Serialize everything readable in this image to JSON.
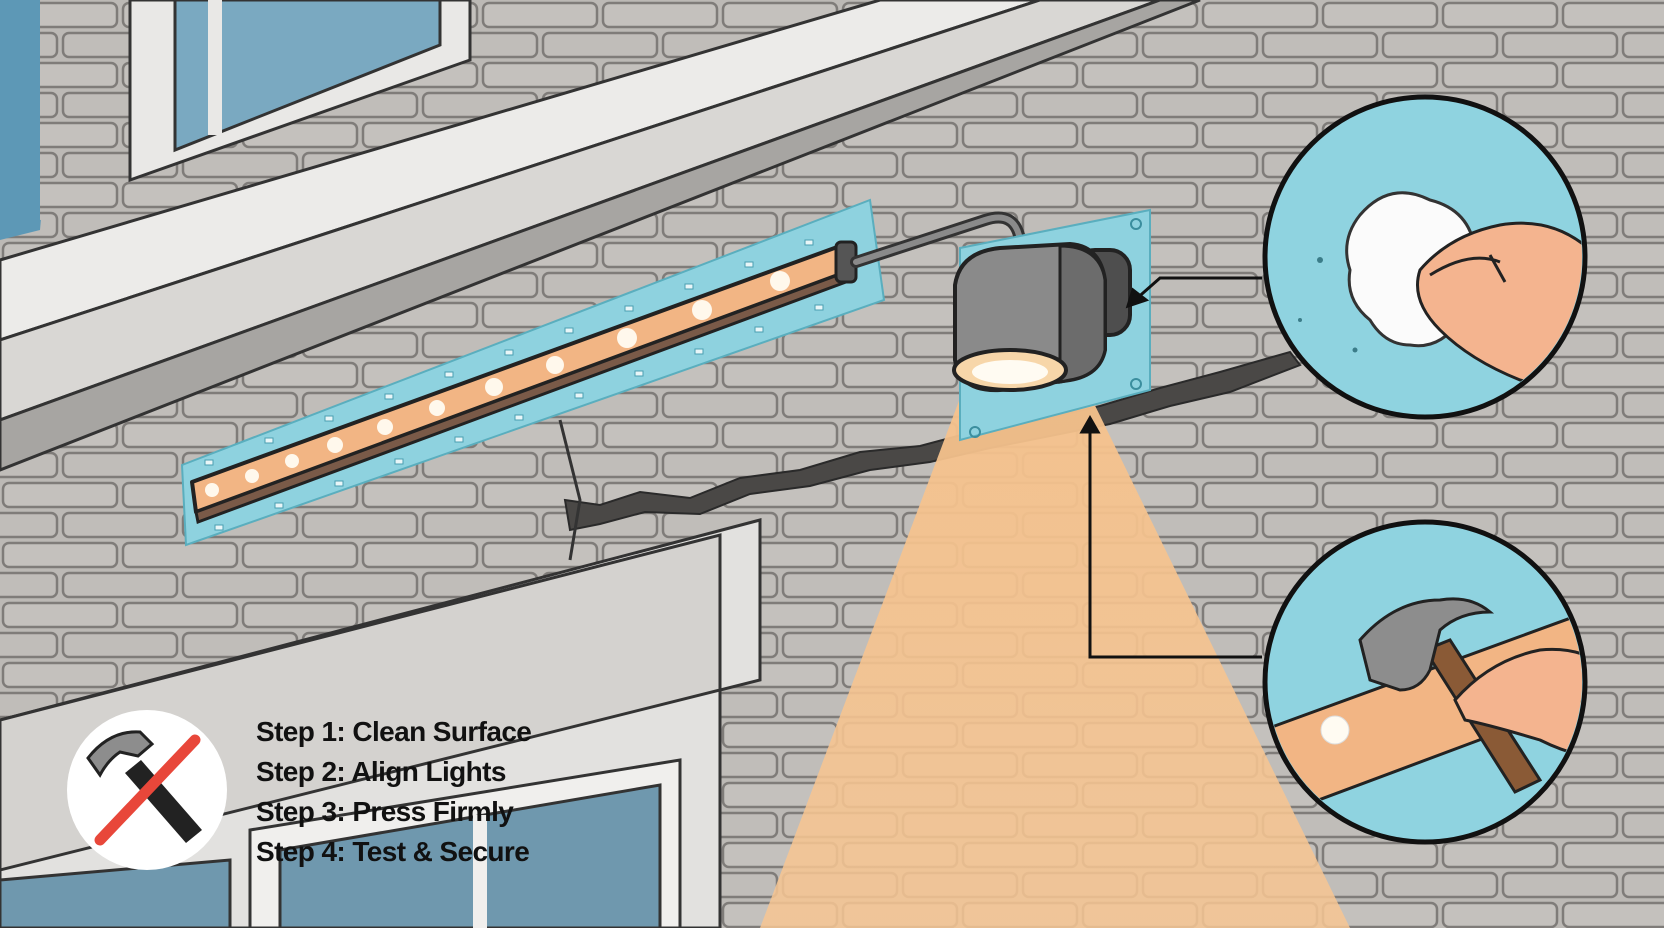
{
  "steps": [
    "Step 1: Clean Surface",
    "Step 2: Align Lights",
    "Step 3: Press Firmly",
    "Step 4: Test & Secure"
  ],
  "icons": {
    "no_hammer": "no-hammer-icon",
    "clean_inset": "cleaning-cloth-icon",
    "hammer_inset": "hammer-icon"
  },
  "colors": {
    "wall": "#b9b6b2",
    "brick_line": "#7d7a77",
    "adhesive_pad": "#8fd3e0",
    "led_strip": "#f2b584",
    "light_beam": "#f7c38e",
    "prohibited": "#e8473a",
    "skin": "#f4b48f",
    "outline": "#222222"
  }
}
